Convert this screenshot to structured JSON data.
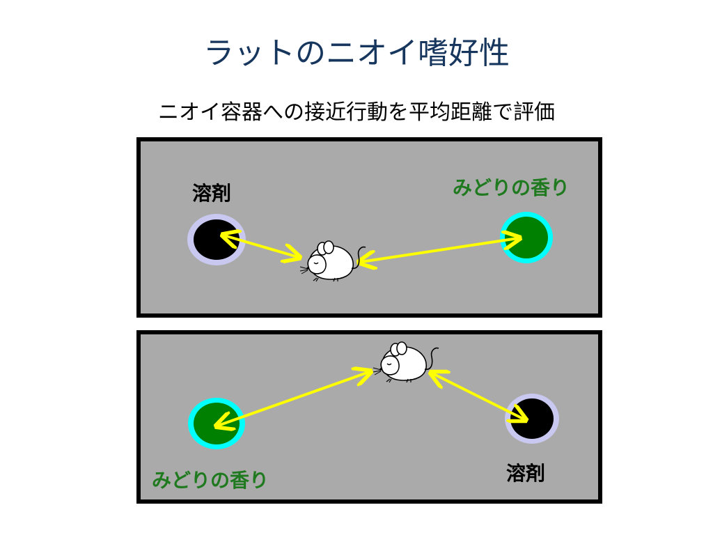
{
  "title": "ラットのニオイ嗜好性",
  "subtitle": "ニオイ容器への接近行動を平均距離で評価",
  "colors": {
    "title": "#17365d",
    "arena_fill": "#aaaaaa",
    "arena_border": "#000000",
    "odor_well": "#008000",
    "odor_ring": "#00ffff",
    "solvent_well": "#000000",
    "solvent_ring": "#c8c8f0",
    "arrow": "#ffff00",
    "odor_label": "#1f7a1f"
  },
  "arenas": [
    {
      "solvent_label": "溶剤",
      "odor_label": "みどりの香り"
    },
    {
      "solvent_label": "溶剤",
      "odor_label": "みどりの香り"
    }
  ],
  "icons": [
    "rat-icon",
    "double-arrow-icon"
  ]
}
